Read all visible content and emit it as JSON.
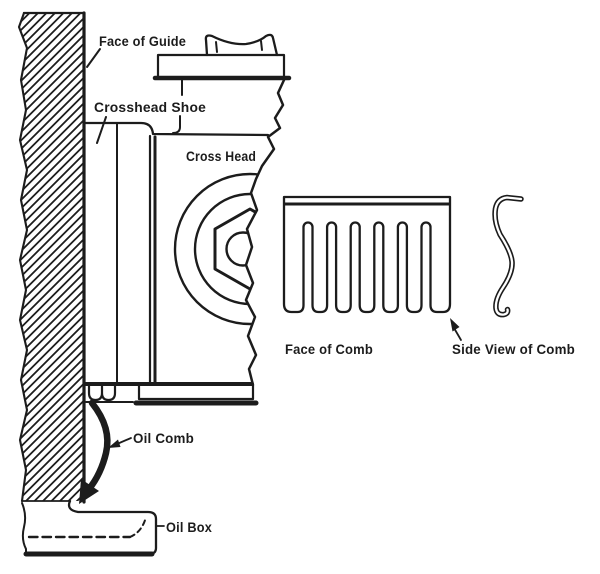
{
  "figure": {
    "type": "engineering-line-drawing",
    "subject": "Crosshead guide lubrication (oil comb and oil box) diagram",
    "labels": {
      "face_of_guide": "Face of Guide",
      "crosshead_shoe": "Crosshead Shoe",
      "cross_head": "Cross Head",
      "face_of_comb": "Face of Comb",
      "side_view_of_comb": "Side View of Comb",
      "oil_comb": "Oil Comb",
      "oil_box": "Oil Box"
    },
    "colors": {
      "ink": "#1c1c1c",
      "paper": "#ffffff"
    }
  }
}
